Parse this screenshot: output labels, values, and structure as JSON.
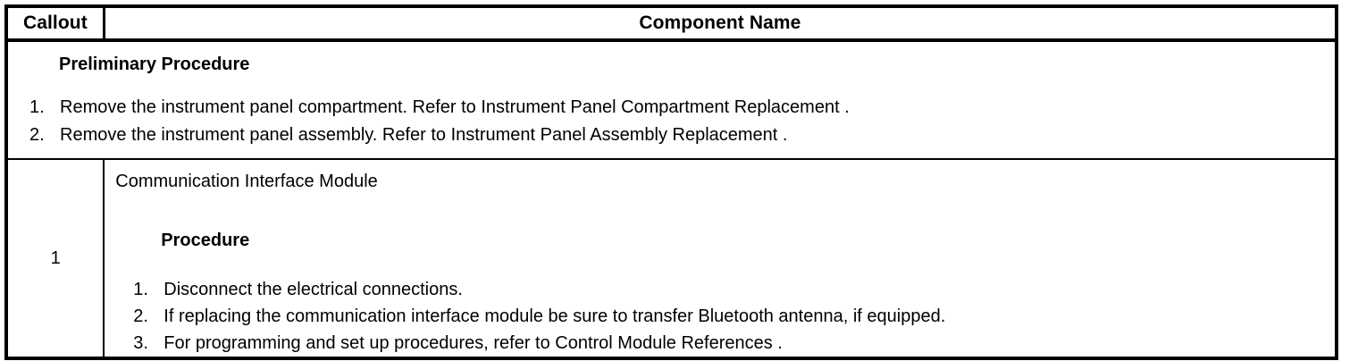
{
  "table": {
    "header": {
      "callout_label": "Callout",
      "component_name_label": "Component Name"
    },
    "preliminary": {
      "title": "Preliminary Procedure",
      "steps": [
        {
          "number": "1.",
          "text": "Remove the instrument panel compartment. Refer to Instrument Panel Compartment Replacement ."
        },
        {
          "number": "2.",
          "text": "Remove the instrument panel assembly. Refer to Instrument Panel Assembly Replacement ."
        }
      ]
    },
    "rows": [
      {
        "callout": "1",
        "component_name": "Communication Interface Module",
        "procedure_title": "Procedure",
        "steps": [
          {
            "number": "1.",
            "text": "Disconnect the electrical connections."
          },
          {
            "number": "2.",
            "text": "If replacing the communication interface module be sure to transfer Bluetooth antenna, if equipped."
          },
          {
            "number": "3.",
            "text": "For programming and set up procedures, refer to Control Module References ."
          }
        ]
      }
    ]
  },
  "colors": {
    "border": "#000000",
    "text": "#000000",
    "background": "#ffffff"
  }
}
